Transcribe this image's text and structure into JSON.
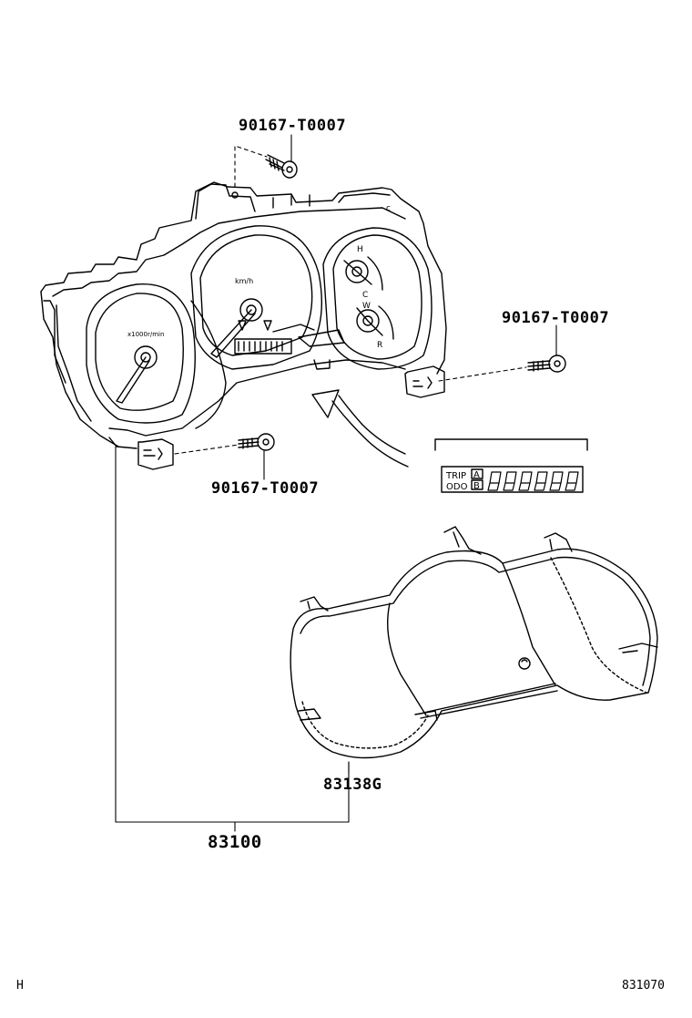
{
  "diagram": {
    "callouts": {
      "screw_top": "90167-T0007",
      "screw_right": "90167-T0007",
      "screw_bottom": "90167-T0007",
      "lens": "83138G",
      "assembly": "83100"
    },
    "gauge_text": {
      "tach_unit": "x1000r/min",
      "speed_unit": "km/h",
      "temp_hot": "H",
      "temp_cold": "C",
      "fuel_letter": "W",
      "fuel_letter_low": "R",
      "top_corner": "c"
    },
    "detail_display": {
      "trip_label": "TRIP",
      "odo_label": "ODO",
      "button_a": "A",
      "button_b": "B",
      "digits": "000000"
    },
    "footer": {
      "left_code": "H",
      "right_code": "831070"
    }
  }
}
